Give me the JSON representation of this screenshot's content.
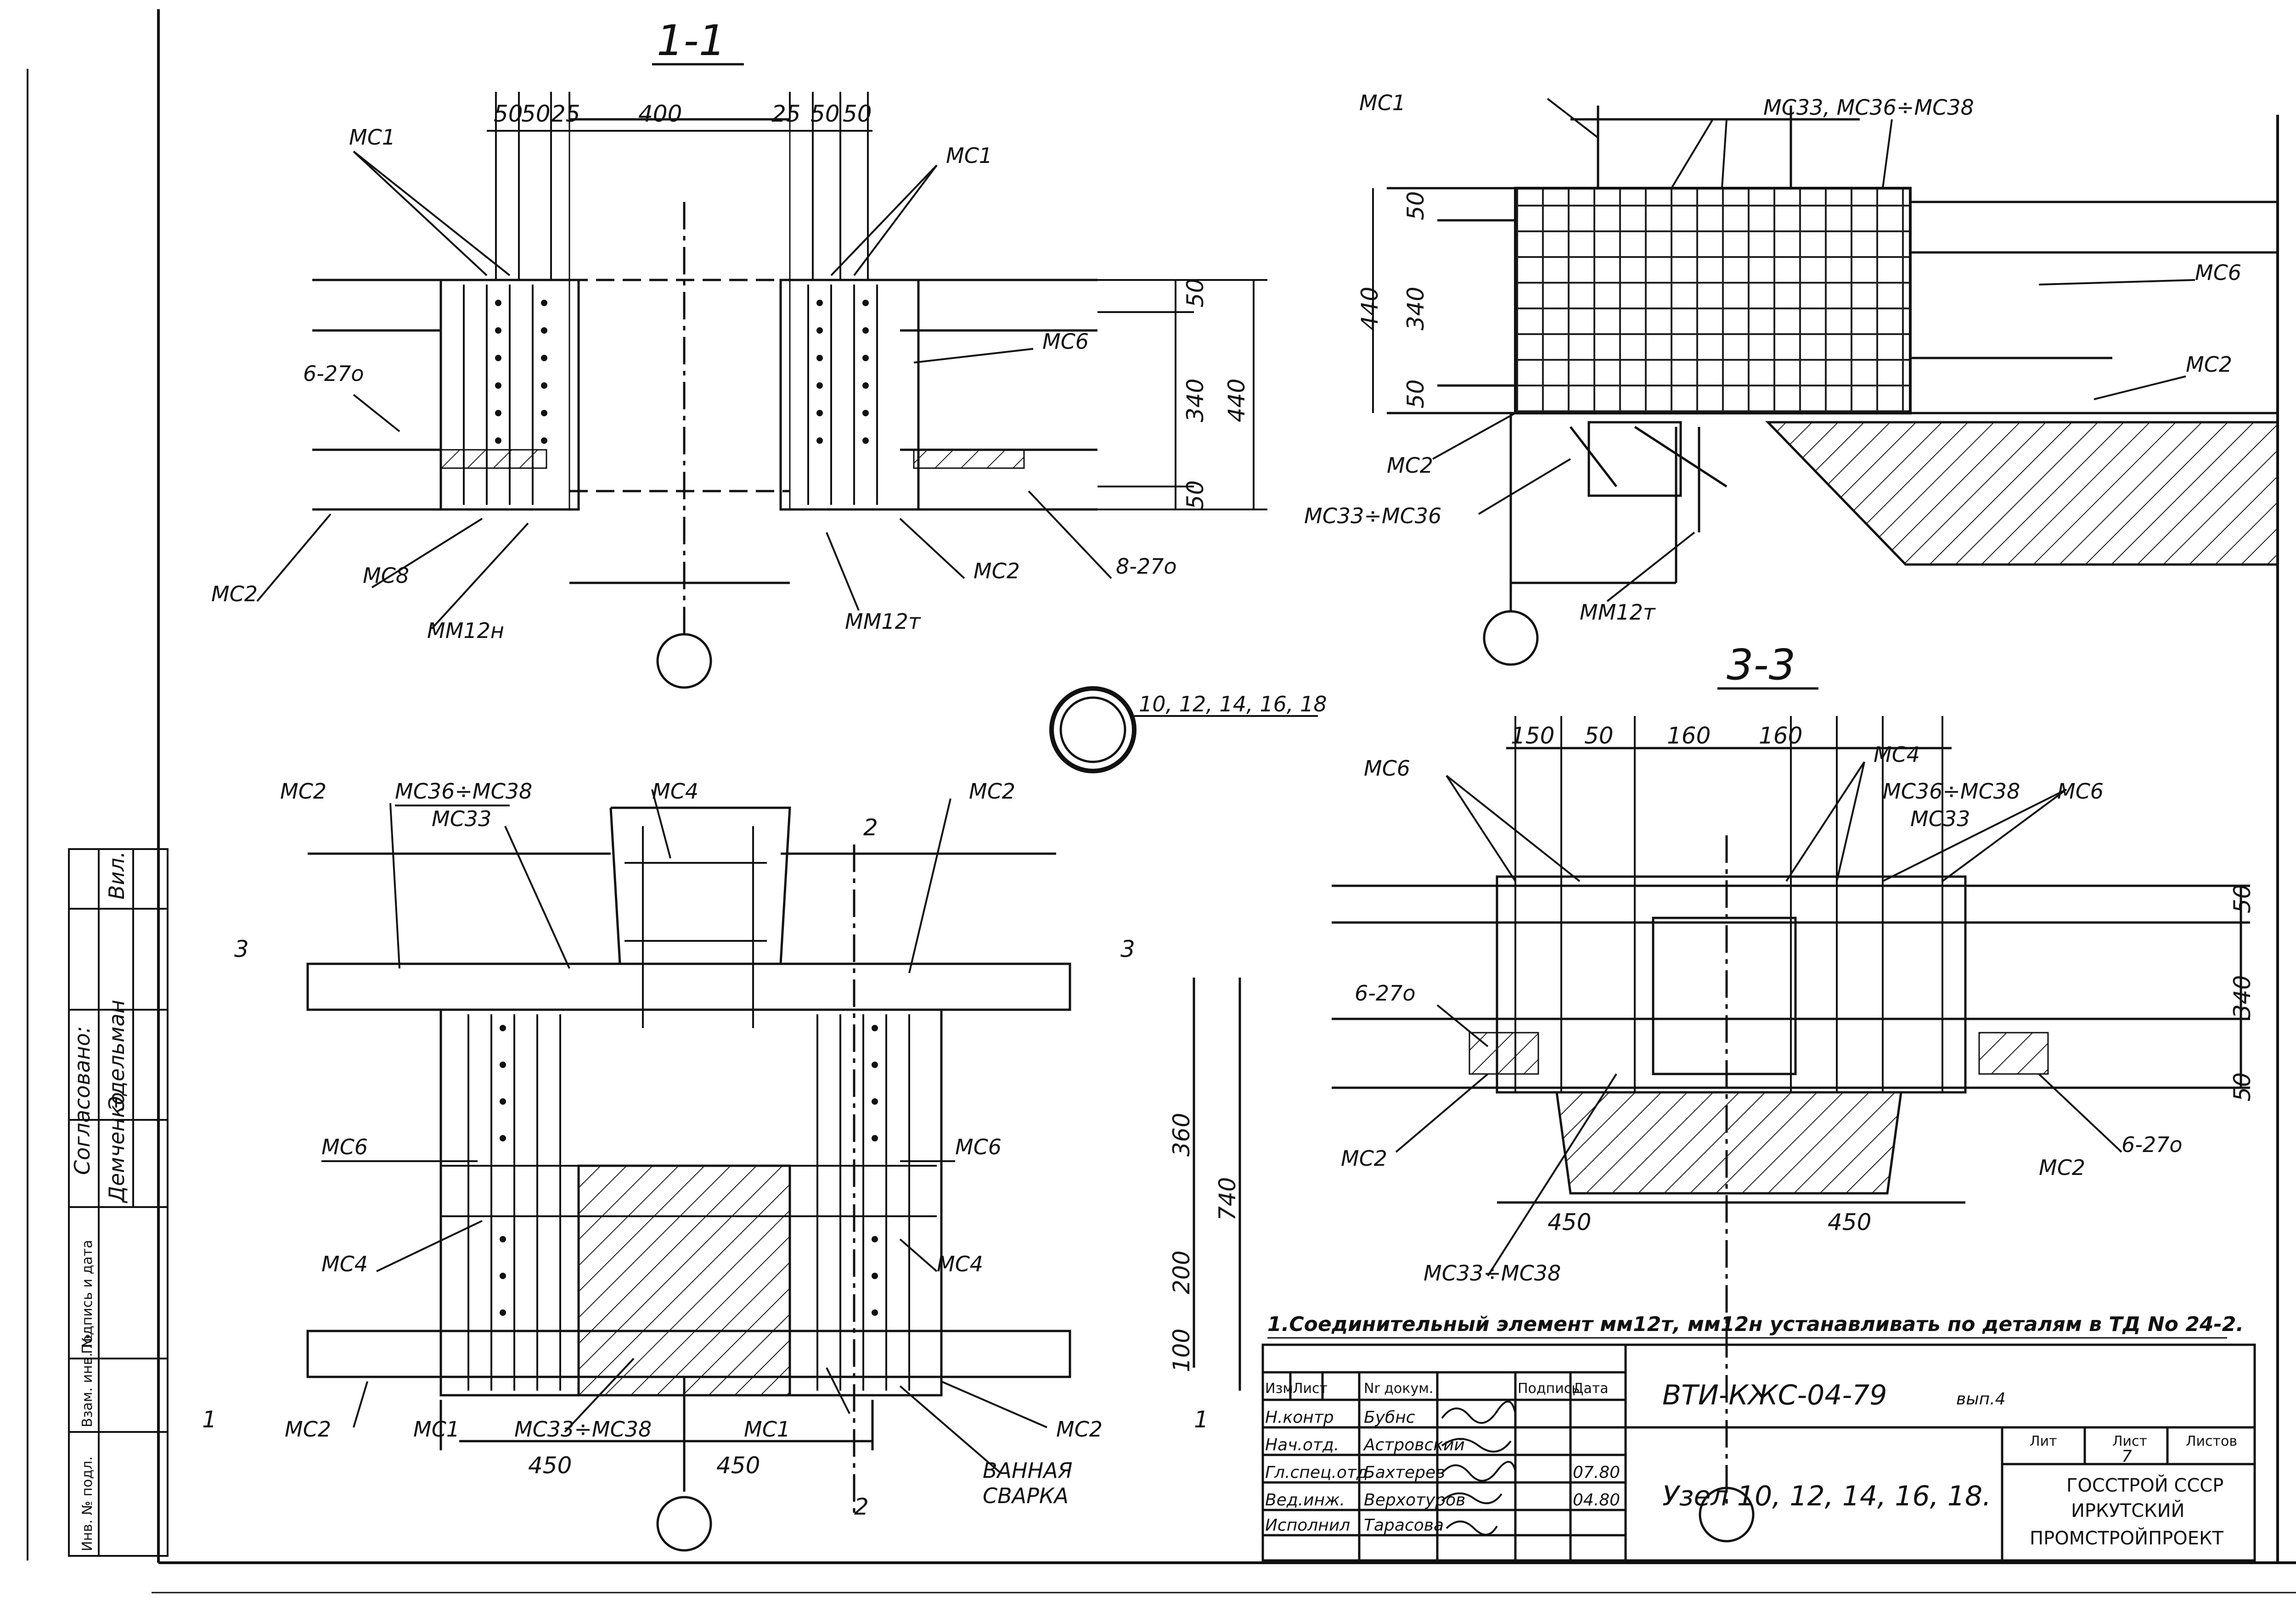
{
  "sheet": {
    "code": "ВТИ-КЖС-04-79",
    "code_suffix": "вып.4",
    "node_title": "Узел 10, 12, 14, 16, 18.",
    "note": "1.Соединительный элемент мм12т, мм12н устанавливать по деталям в ТД No 24-2.",
    "organization": [
      "ГОССТРОЙ СССР",
      "ИРКУТСКИЙ",
      "ПРОМСТРОЙПРОЕКТ"
    ],
    "sheet_labels": {
      "stage": "Лит",
      "sheet": "Лист",
      "sheets": "Листов",
      "sheet_no": "7"
    }
  },
  "titleblock": {
    "headers": [
      "Изм",
      "Лист",
      "Nr докум.",
      "Подпись",
      "Дата"
    ],
    "roles": [
      {
        "role": "Н.контр",
        "name": "Бубнс",
        "date": ""
      },
      {
        "role": "Нач.отд.",
        "name": "Астровский",
        "date": ""
      },
      {
        "role": "Гл.спец.отд.",
        "name": "Бахтерев",
        "date": "07.80"
      },
      {
        "role": "Вед.инж.",
        "name": "Верхотуров",
        "date": "04.80"
      },
      {
        "role": "Исполнил",
        "name": "Тарасова",
        "date": ""
      }
    ]
  },
  "approval": {
    "heading": "Согласовано:",
    "rows": [
      "Демченко",
      "Эдельман",
      "Вил."
    ]
  },
  "margin_labels": [
    "Инв. № подл.",
    "Подпись и дата",
    "Взам. инв. №"
  ],
  "section_1_1": {
    "title": "1-1",
    "dims_top": [
      "50",
      "50",
      "25",
      "400",
      "25",
      "50",
      "50"
    ],
    "dims_right": [
      "50",
      "340",
      "50",
      "440"
    ],
    "labels": {
      "mc1_left": "МС1",
      "mc1_right": "МС1",
      "mc6": "МС6",
      "rebar_left": "6-27о",
      "rebar_right": "8-27о",
      "mc2_left": "МС2",
      "mc8": "МС8",
      "mm12n": "ММ12н",
      "mm12t": "ММ12т",
      "mc2_right": "МС2"
    }
  },
  "section_2_2": {
    "labels": {
      "mc1": "МС1",
      "mc33": "МС33, МС36÷МС38",
      "dim_left": "440",
      "dim_50a": "50",
      "dim_340": "340",
      "dim_50b": "50",
      "mc6": "МС6",
      "mc2_right": "МС2",
      "mc2_left": "МС2",
      "mc33_36": "МС33÷МС36",
      "mm12t": "ММ12т"
    }
  },
  "plan": {
    "callout": "10, 12, 14, 16, 18",
    "labels": {
      "mc2_tl": "МС2",
      "mc36": "МС36÷МС38",
      "mc33": "МС33",
      "mc4": "МС4",
      "mc2_tr": "МС2",
      "cut2_top": "2",
      "cut3_left": "3",
      "cut3_right": "3",
      "mc6_l": "МС6",
      "mc6_r": "МС6",
      "mc4_l": "МС4",
      "mc4_r": "МС4",
      "mc2_bl": "МС2",
      "mc1_b": "МС1",
      "mc33_38": "МС33÷МС38",
      "mc1_b2": "МС1",
      "mc2_br": "МС2",
      "weld1": "ВАННАЯ",
      "weld2": "СВАРКА",
      "cut1_l": "1",
      "cut1_r": "1",
      "cut2_b": "2"
    },
    "dims": [
      "360",
      "200",
      "100",
      "740",
      "450",
      "450"
    ]
  },
  "section_3_3": {
    "title": "3-3",
    "dims_top": [
      "150",
      "50",
      "160",
      "160"
    ],
    "dims_right": [
      "50",
      "340",
      "50"
    ],
    "dims_bottom": [
      "450",
      "450"
    ],
    "labels": {
      "mc6_l": "МС6",
      "mc4": "МС4",
      "mc36": "МС36÷МС38",
      "mc33": "МС33",
      "mc6_r": "МС6",
      "rebar_l": "6-27о",
      "rebar_r": "6-27о",
      "mc2_l": "МС2",
      "mc2_r": "МС2",
      "mc33_38": "МС33÷МС38"
    }
  }
}
